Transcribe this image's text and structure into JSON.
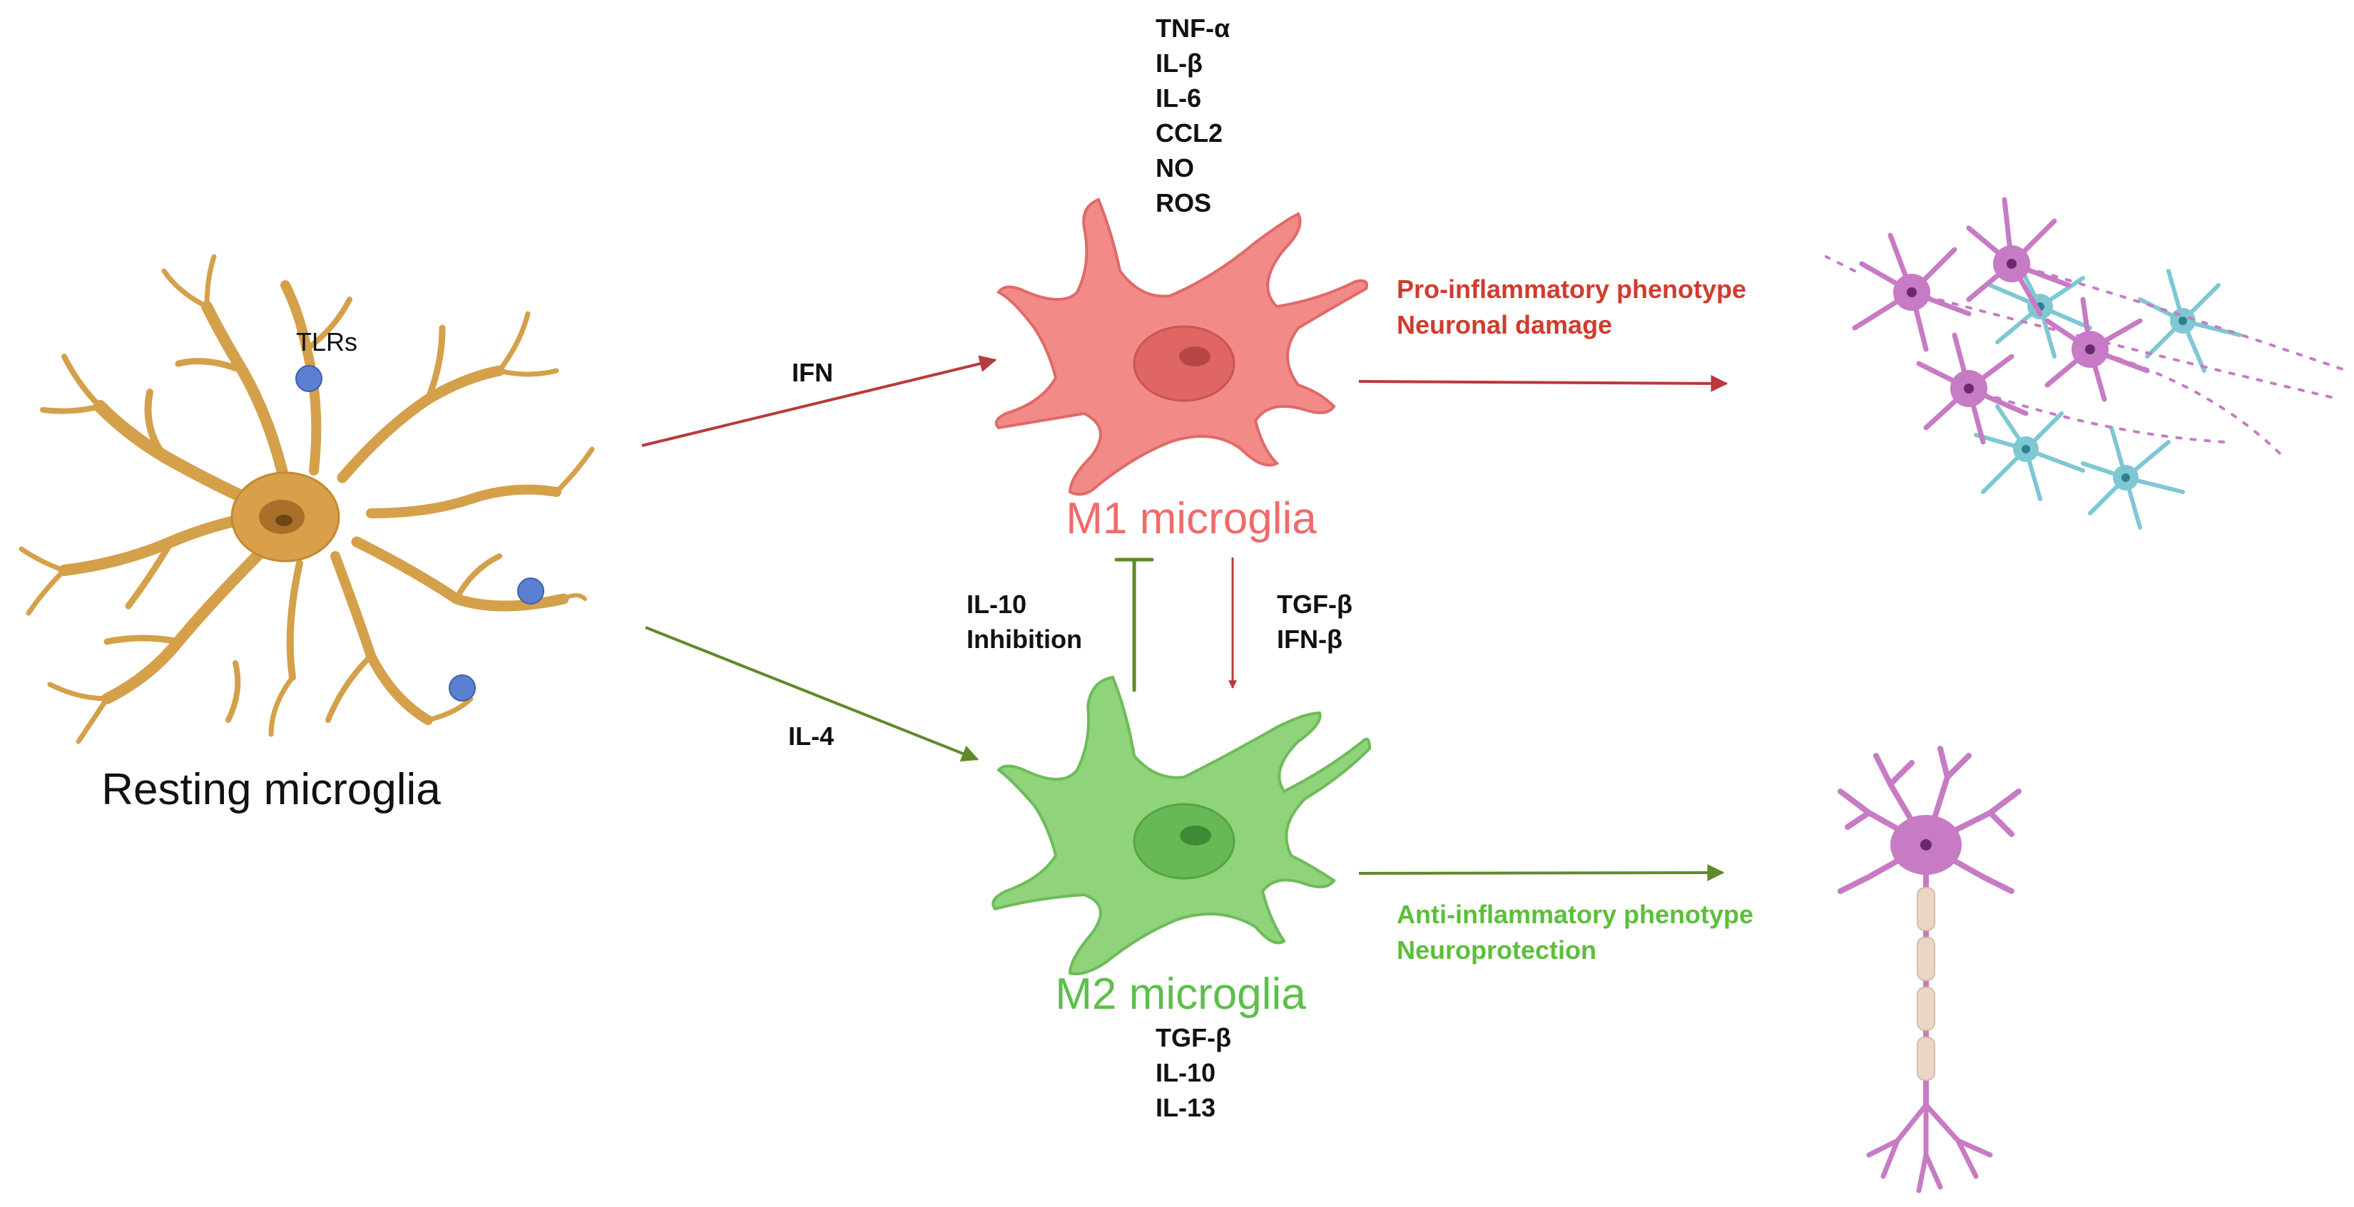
{
  "resting": {
    "label": "Resting microglia",
    "receptor_label": "TLRs"
  },
  "m1": {
    "label": "M1 microglia",
    "cytokines": [
      "TNF-α",
      "IL-β",
      "IL-6",
      "CCL2",
      "NO",
      "ROS"
    ],
    "outcome": [
      "Pro-inflammatory phenotype",
      "Neuronal damage"
    ]
  },
  "m2": {
    "label": "M2 microglia",
    "cytokines": [
      "TGF-β",
      "IL-10",
      "IL-13"
    ],
    "outcome": [
      "Anti-inflammatory phenotype",
      "Neuroprotection"
    ]
  },
  "arrows": {
    "to_m1": "IFN",
    "to_m2": "IL-4",
    "m2_inhibits_m1": [
      "IL-10",
      "Inhibition"
    ],
    "m1_to_m2": [
      "TGF-β",
      "IFN-β"
    ]
  },
  "colors": {
    "resting_cell": "#d4a04a",
    "resting_stroke": "#b8843a",
    "receptor": "#5b7fd1",
    "m1_cell": "#f28a88",
    "m1_stroke": "#e06a68",
    "m1_text": "#ef6b6b",
    "m1_outcome_text": "#d13b2f",
    "m1_arrow": "#b83a3a",
    "m2_cell": "#8fd37a",
    "m2_stroke": "#6dbb5a",
    "m2_text": "#5cbf4a",
    "m2_outcome_text": "#5cbf3a",
    "m2_arrow": "#5f8a2a",
    "neuron": "#c77bc4",
    "astro": "#7ec8d3",
    "myelin": "#ead6c4"
  }
}
